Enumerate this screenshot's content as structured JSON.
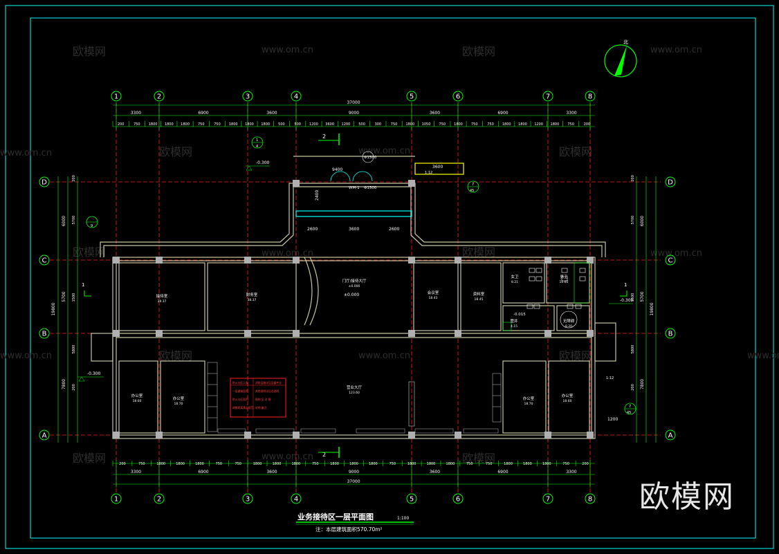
{
  "drawing": {
    "title": "业务接待区一层平面图",
    "scale": "1:100",
    "note": "注：本层建筑面积570.70m²",
    "north_label": "北"
  },
  "grid": {
    "columns": [
      "1",
      "2",
      "3",
      "4",
      "5",
      "6",
      "7",
      "8"
    ],
    "rows": [
      "D",
      "C",
      "B",
      "A"
    ],
    "dim_total": "37000",
    "dim_spans": [
      "3300",
      "6900",
      "3600",
      "9000",
      "3600",
      "6900",
      "3300"
    ],
    "dim_detail_top": [
      "200",
      "750",
      "1800",
      "1800",
      "1800",
      "750",
      "750",
      "1800",
      "1800",
      "1800",
      "500",
      "500",
      "1200",
      "3600",
      "1200",
      "500",
      "300",
      "750",
      "1800",
      "1050",
      "750",
      "1800",
      "750",
      "750",
      "1800",
      "1800",
      "1200",
      "1800",
      "750",
      "200"
    ],
    "dim_detail_bottom": [
      "200",
      "750",
      "1800",
      "1800",
      "1800",
      "750",
      "750",
      "1800",
      "1800",
      "1800",
      "750",
      "1800",
      "1800",
      "1800",
      "750",
      "1800",
      "1800",
      "1800",
      "750",
      "750",
      "1800",
      "1800",
      "1800",
      "750",
      "200"
    ],
    "dim_vert_total": "19800",
    "dim_vert_spans": [
      "6000",
      "5700",
      "7800"
    ],
    "dim_vert_detail": [
      "200",
      "5700",
      "1500",
      "5800",
      "200"
    ]
  },
  "rooms": [
    {
      "name": "接待室",
      "area": "39.37"
    },
    {
      "name": "财务室",
      "area": "38.37"
    },
    {
      "name": "门厅/接待大厅",
      "area": "±0.000"
    },
    {
      "name": "会议室",
      "area": "18.43"
    },
    {
      "name": "资料室",
      "area": "18.45"
    },
    {
      "name": "女卫",
      "area": "8.21"
    },
    {
      "name": "男卫",
      "area": "10.65"
    },
    {
      "name": "管井",
      "area": "4.15"
    },
    {
      "name": "无障碍",
      "area": "8.20"
    },
    {
      "name": "营业大厅",
      "area": "123.60"
    },
    {
      "name": "办公室",
      "area": "18.60"
    },
    {
      "name": "办公室",
      "area": "18.70"
    },
    {
      "name": "办公室",
      "area": "18.70"
    },
    {
      "name": "办公室",
      "area": "18.60"
    }
  ],
  "annotations": {
    "elev_entry": "-0.300",
    "elev_left": "-0.300",
    "elev_right": "-0.300",
    "elev_wet": "-0.015",
    "elev_hall": "±0.000",
    "canopy_dims": [
      "2600",
      "3600",
      "2600"
    ],
    "canopy_width": "9400",
    "canopy_depth": "2400",
    "door_dia": "Φ1500",
    "door_label": "WM-1",
    "ramp_slope": "1:12",
    "ramp_len": "3600",
    "ramp_right_len": "1200",
    "section_mark": "2",
    "section_side": "1",
    "index_refs": [
      "1",
      "4",
      "7",
      "9",
      "45"
    ],
    "legend_lines": [
      "防火分区示意",
      "一层建筑面积",
      "防火分区面积",
      "疏散距离满足规范",
      "消防设施详见设备专业",
      "其他说明详见总说明",
      "图例 见 详 图",
      "说明 备注"
    ]
  },
  "watermarks": {
    "brand": "欧模网",
    "url": "www.om.cn"
  }
}
